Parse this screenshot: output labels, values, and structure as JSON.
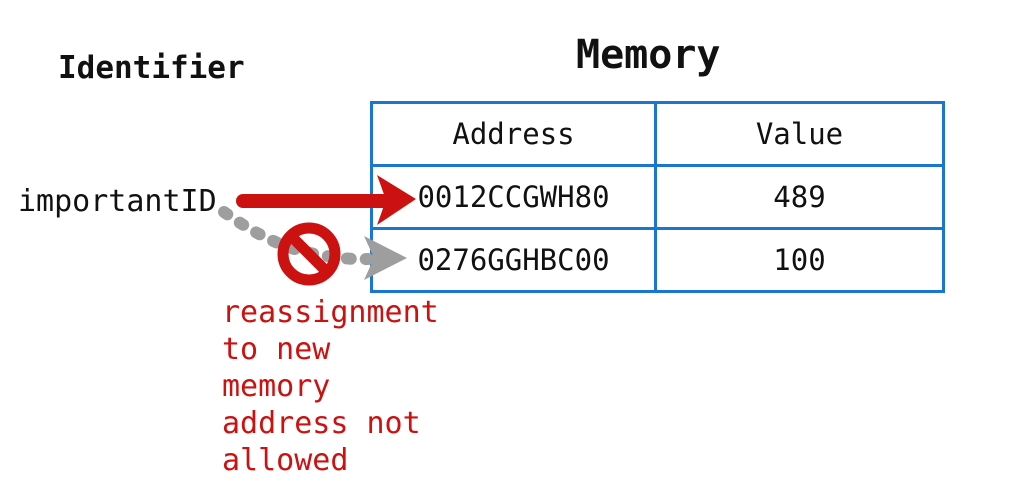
{
  "diagram": {
    "identifier_heading": "Identifier",
    "memory_heading": "Memory",
    "identifier_name": "importantID",
    "caption": "reassignment\nto new\nmemory\naddress not\nallowed",
    "table": {
      "columns": [
        "Address",
        "Value"
      ],
      "rows": [
        {
          "address": "0012CCGWH80",
          "value": "489"
        },
        {
          "address": "0276GGHBC00",
          "value": "100"
        }
      ]
    },
    "colors": {
      "accent_red": "#CC1111",
      "table_border_blue": "#1976D2",
      "arrow_gray": "#9E9E9E",
      "text_black": "#111111"
    },
    "icons": {
      "assignment_arrow": "red-solid-arrow",
      "blocked_arrow": "gray-dashed-arrow",
      "prohibition": "no-entry-icon"
    }
  }
}
